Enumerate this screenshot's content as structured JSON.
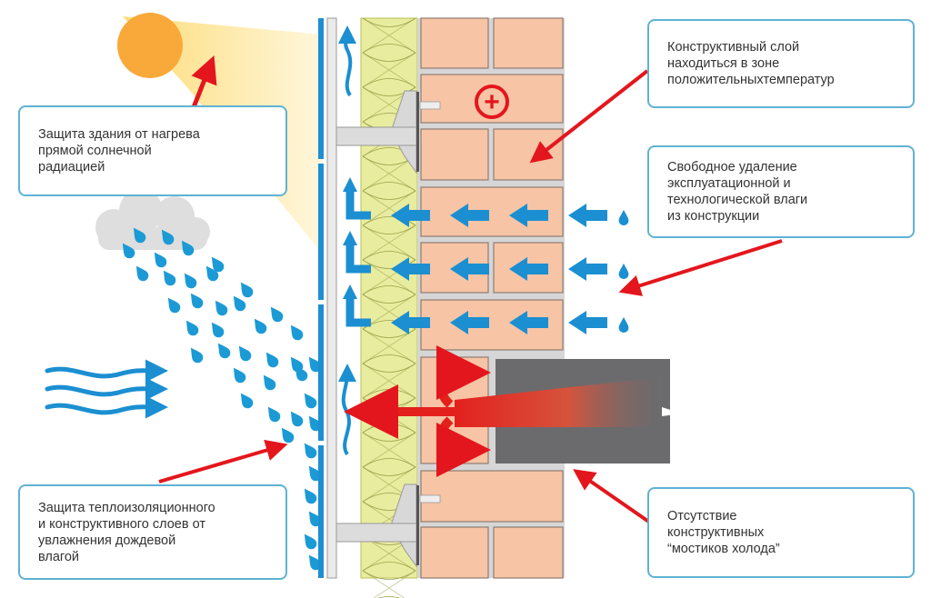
{
  "title": "Вентилируемый фасад — схема работы",
  "callouts": {
    "sun_protection": {
      "lines": [
        "Защита здания от нагрева",
        "прямой солнечной",
        "радиацией"
      ]
    },
    "rain_protection": {
      "lines": [
        "Защита теплоизоляционного",
        "и конструктивного слоев от",
        "увлажнения дождевой",
        "влагой"
      ]
    },
    "positive_temperature": {
      "lines": [
        "Конструктивный слой",
        "находиться в зоне",
        "положительныхтемператур"
      ]
    },
    "moisture_removal": {
      "lines": [
        "Свободное удаление",
        "эксплуатационной и",
        "технологической влаги",
        "из конструкции"
      ]
    },
    "no_cold_bridges": {
      "lines": [
        "Отсутствие",
        "конструктивных",
        "“мостиков холода”"
      ]
    }
  },
  "symbols": {
    "plus_sign": "+"
  },
  "colors": {
    "callout_border": "#5fb2d4",
    "sun": "#f9a93a",
    "sun_beam": "#fde79a",
    "brick": "#f7c4a5",
    "brick_outline": "#8f7c72",
    "mortar": "#d6d6d6",
    "insulation": "#e8ec9e",
    "cladding": "#1d8fd1",
    "water": "#1b9ad6",
    "arrow_red": "#e4161d",
    "slab": "#6b6b6d",
    "cloud": "#dedede"
  }
}
